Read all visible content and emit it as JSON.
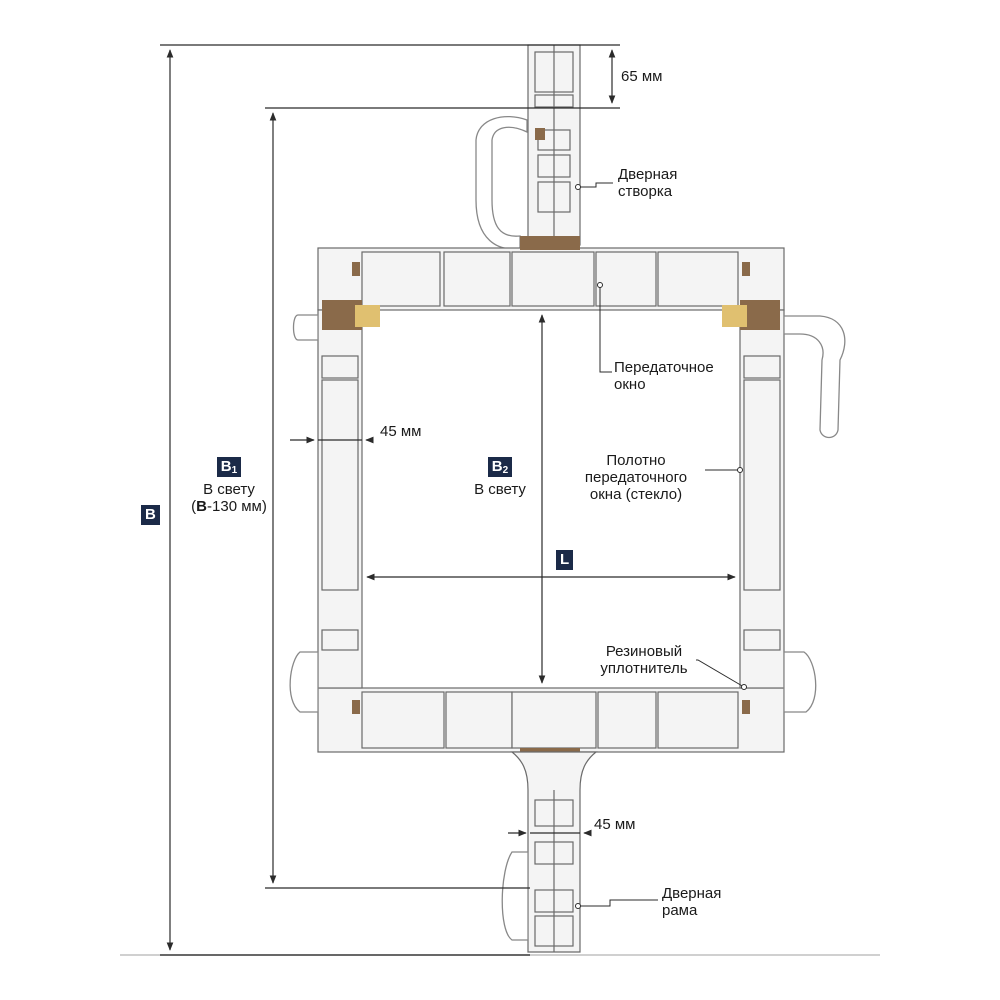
{
  "labels": {
    "dim_top": "65 мм",
    "dim_side": "45 мм",
    "dim_bottom": "45 мм",
    "door_sash": [
      "Дверная",
      "створка"
    ],
    "transfer_window": [
      "Передаточное",
      "окно"
    ],
    "window_pane": [
      "Полотно",
      "передаточного",
      "окна (стекло)"
    ],
    "rubber_seal": [
      "Резиновый",
      "уплотнитель"
    ],
    "door_frame": [
      "Дверная",
      "рама"
    ]
  },
  "badges": {
    "b": "B",
    "b1_letter": "B",
    "b1_sub": "1",
    "b2_letter": "B",
    "b2_sub": "2",
    "l": "L"
  },
  "b1_text": {
    "line1": "В свету",
    "paren_open": "(",
    "b_bold": "B",
    "rest": "-130 мм)"
  },
  "b2_text": "В свету",
  "colors": {
    "line": "#2b2b2b",
    "profile_fill": "#f4f4f4",
    "profile_stroke": "#6a6a6a",
    "badge_bg": "#1b2a48",
    "hardware_brown": "#8a6a4a",
    "hardware_yellow": "#e0c070"
  }
}
